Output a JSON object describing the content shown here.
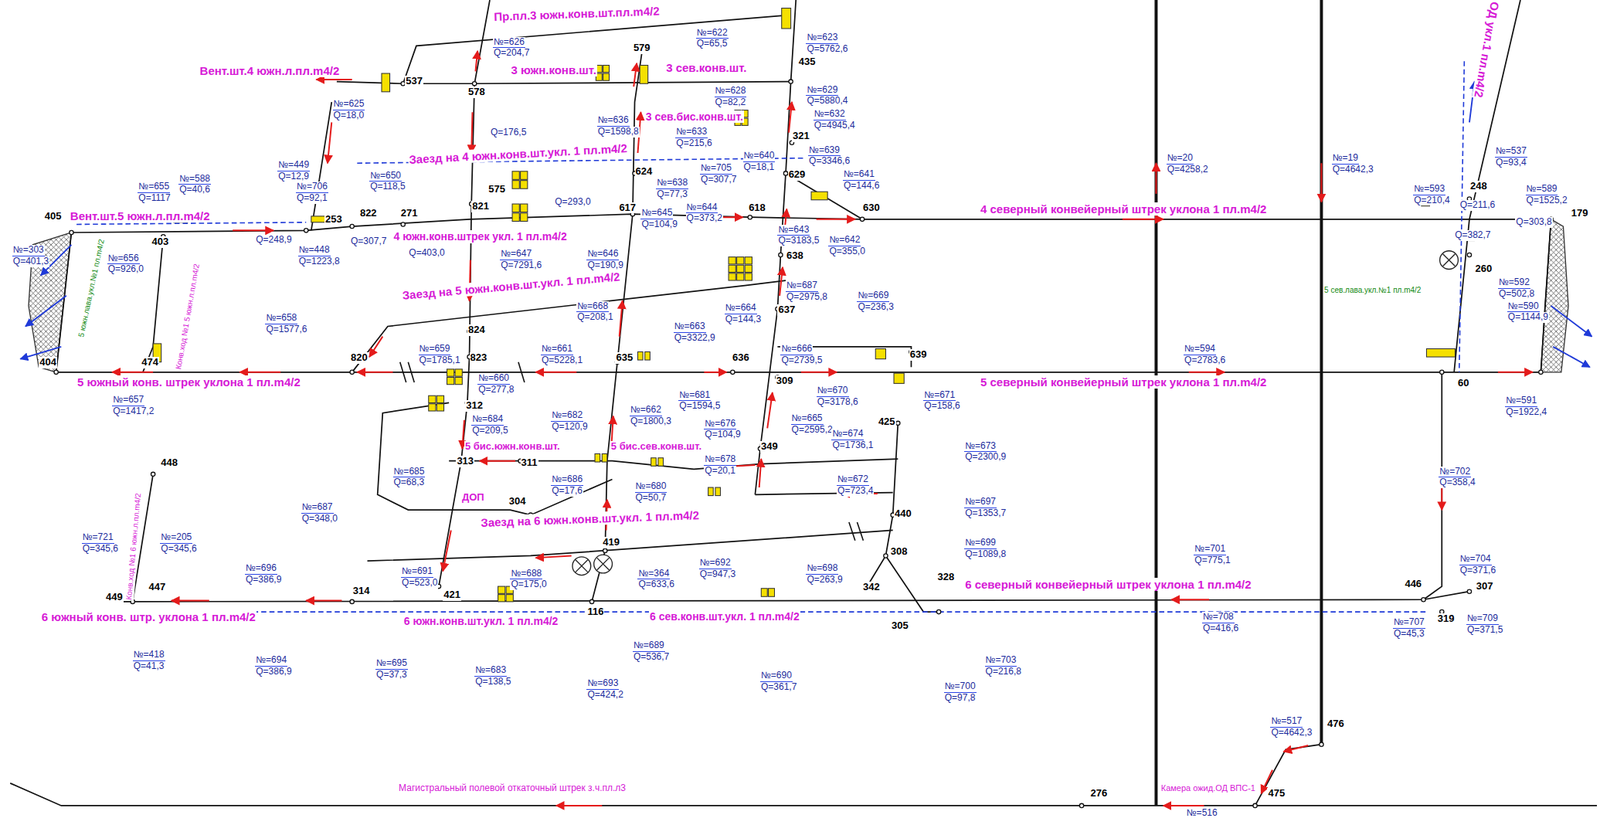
{
  "diagram": {
    "labels": [
      "Пр.пл.3 южн.конв.шт.пл.m4/2",
      "Вент.шт.4 южн.л.пл.m4/2",
      "3 южн.конв.шт.",
      "3 сев.конв.шт.",
      "3 сев.бис.конв.шт.",
      "Заезд на 4 южн.конв.шт.укл. 1 пл.m4/2",
      "Вент.шт.5 южн.л.пл.m4/2",
      "4 южн.конв.штрек укл. 1 пл.m4/2",
      "Заезд на 5 южн.конв.шт.укл. 1 пл.m4/2",
      "5 южный конв. штрек уклона 1 пл.m4/2",
      "4 северный конвейерный штрек уклона 1 пл.m4/2",
      "5 северный конвейерный штрек уклона 1 пл.m4/2",
      "5 бис.южн.конв.шт.",
      "5 бис.сев.конв.шт.",
      "ДОП",
      "Заезд на 6 южн.конв.шт.укл. 1 пл.m4/2",
      "6 северный конвейерный штрек уклона 1 пл.m4/2",
      "6 южный конв. штр. уклона 1 пл.m4/2",
      "6 южн.конв.шт.укл. 1 пл.m4/2",
      "6 сев.конв.шт.укл. 1 пл.m4/2",
      "Магистральный полевой откаточный штрек з.ч.пл.л3",
      "Камера ожид.ОД ВПС-1",
      "ОД укл.1 пл.m4/2",
      "Конв.ход №1 5 южн.л.пл.m4/2",
      "Конв.ход №1 6 южн.л.пл.m4/2",
      "5 сев.лава.укл.№1 пл.m4/2",
      "5 южн.лава.укл.№1 пл.m4/2",
      "405",
      "404",
      "403",
      "474",
      "537",
      "578",
      "579",
      "435",
      "321",
      "629",
      "624",
      "575",
      "821",
      "822",
      "271",
      "253",
      "617",
      "618",
      "630",
      "638",
      "637",
      "824",
      "820",
      "823",
      "635",
      "636",
      "309",
      "639",
      "312",
      "425",
      "313",
      "311",
      "349",
      "304",
      "440",
      "308",
      "419",
      "328",
      "342",
      "305",
      "421",
      "314",
      "447",
      "449",
      "448",
      "116",
      "446",
      "307",
      "319",
      "179",
      "248",
      "260",
      "60",
      "476",
      "475",
      "276",
      "№=626",
      "Q=204,7",
      "№=625",
      "Q=18,0",
      "№=622",
      "Q=65,5",
      "№=623",
      "Q=5762,6",
      "№=628",
      "Q=82,2",
      "№=629",
      "Q=5880,4",
      "№=632",
      "Q=4945,4",
      "№=636",
      "Q=1598,8",
      "№=633",
      "Q=215,6",
      "№=639",
      "Q=3346,6",
      "№=640",
      "Q=18,1",
      "№=641",
      "Q=144,6",
      "№=705",
      "Q=307,7",
      "№=638",
      "Q=77,3",
      "№=644",
      "Q=373,2",
      "№=449",
      "Q=12,9",
      "№=650",
      "Q=118,5",
      "№=706",
      "Q=92,1",
      "№=655",
      "Q=1117",
      "№=588",
      "Q=40,6",
      "№=642",
      "Q=355,0",
      "№=643",
      "Q=3183,5",
      "№=645",
      "Q=104,9",
      "№=646",
      "Q=190,9",
      "№=647",
      "Q=7291,6",
      "№=448",
      "Q=1223,8",
      "№=656",
      "Q=926,0",
      "№=303",
      "Q=401,3",
      "№=658",
      "Q=1577,6",
      "№=668",
      "Q=208,1",
      "№=687",
      "Q=2975,8",
      "№=669",
      "Q=236,3",
      "№=664",
      "Q=144,3",
      "№=663",
      "Q=3322,9",
      "№=666",
      "Q=2739,5",
      "№=659",
      "Q=1785,1",
      "№=661",
      "Q=5228,1",
      "№=670",
      "Q=3178,6",
      "№=671",
      "Q=158,6",
      "№=657",
      "Q=1417,2",
      "№=660",
      "Q=277,8",
      "№=684",
      "Q=209,5",
      "№=681",
      "Q=1594,5",
      "№=662",
      "Q=1800,3",
      "№=682",
      "Q=120,9",
      "№=676",
      "Q=104,9",
      "№=665",
      "Q=2595,2",
      "№=674",
      "Q=1736,1",
      "№=673",
      "Q=2300,9",
      "№=678",
      "Q=20,1",
      "№=685",
      "Q=68,3",
      "№=686",
      "Q=17,6",
      "№=672",
      "Q=723,4",
      "№=687",
      "Q=348,0",
      "№=680",
      "Q=50,7",
      "№=697",
      "Q=1353,7",
      "№=699",
      "Q=1089,8",
      "№=692",
      "Q=947,3",
      "№=364",
      "Q=633,6",
      "№=691",
      "Q=523,0",
      "№=688",
      "Q=175,0",
      "№=698",
      "Q=263,9",
      "№=696",
      "Q=386,9",
      "№=721",
      "Q=345,6",
      "№=205",
      "Q=345,6",
      "№=701",
      "Q=775,1",
      "№=704",
      "Q=371,6",
      "№=702",
      "Q=358,4",
      "№=708",
      "Q=416,6",
      "№=707",
      "Q=45,3",
      "№=709",
      "Q=371,5",
      "№=418",
      "Q=41,3",
      "№=694",
      "Q=386,9",
      "№=695",
      "Q=37,3",
      "№=683",
      "Q=138,5",
      "№=689",
      "Q=536,7",
      "№=693",
      "Q=424,2",
      "№=690",
      "Q=361,7",
      "№=700",
      "Q=97,8",
      "№=703",
      "Q=216,8",
      "№=517",
      "Q=4642,3",
      "№=20",
      "Q=4258,2",
      "№=19",
      "Q=4642,3",
      "№=537",
      "Q=93,4",
      "№=593",
      "Q=210,4",
      "№=589",
      "Q=1525,2",
      "№=592",
      "Q=502,8",
      "№=590",
      "Q=1144,9",
      "№=594",
      "Q=2783,6",
      "№=591",
      "Q=1922,4",
      "Q=248,9",
      "Q=307,7",
      "Q=403,0",
      "Q=293,0",
      "Q=176,5",
      "Q=211,6",
      "Q=303,8",
      "Q=382,7",
      "№=516"
    ]
  }
}
